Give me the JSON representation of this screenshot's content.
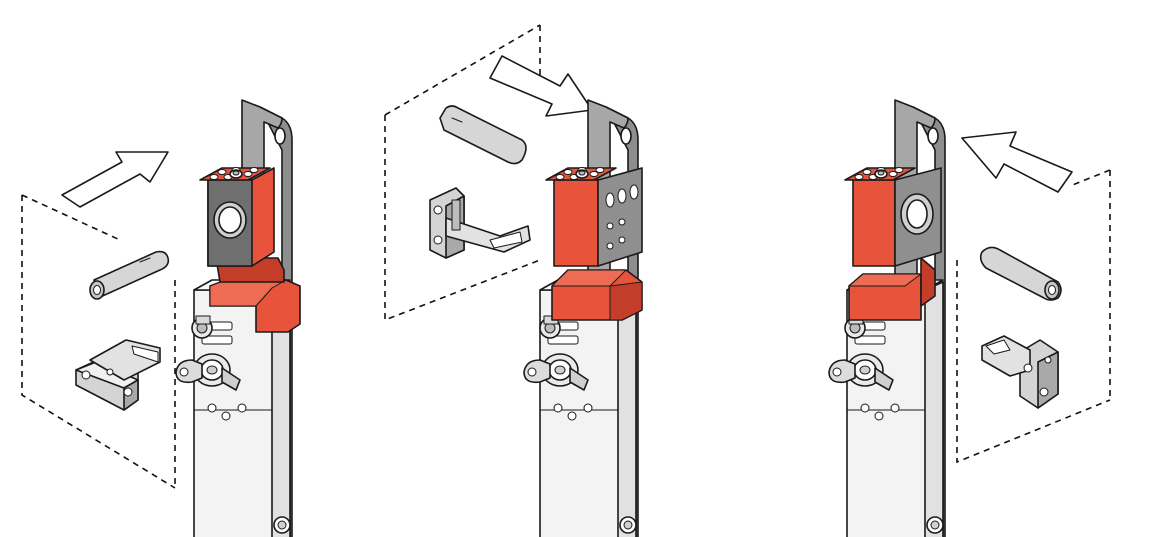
{
  "colors": {
    "background": "#ffffff",
    "actuator_red": "#e8543b",
    "actuator_red_dark": "#c43d28",
    "metal": "#9a9a9a",
    "metal_light": "#cfcfcf",
    "housing": "#f2f2f2",
    "outline": "#1a1a1a"
  },
  "views": [
    {
      "id": "left",
      "actuator_direction": "front-right",
      "arrow": "up-right",
      "bracket_side": "left"
    },
    {
      "id": "middle",
      "actuator_direction": "front-left",
      "arrow": "down-right",
      "bracket_side": "left"
    },
    {
      "id": "right",
      "actuator_direction": "back-right",
      "arrow": "up-left",
      "bracket_side": "right"
    }
  ],
  "icons": [
    "key-icon",
    "arrow-icon",
    "pin-icon",
    "bracket-icon"
  ]
}
